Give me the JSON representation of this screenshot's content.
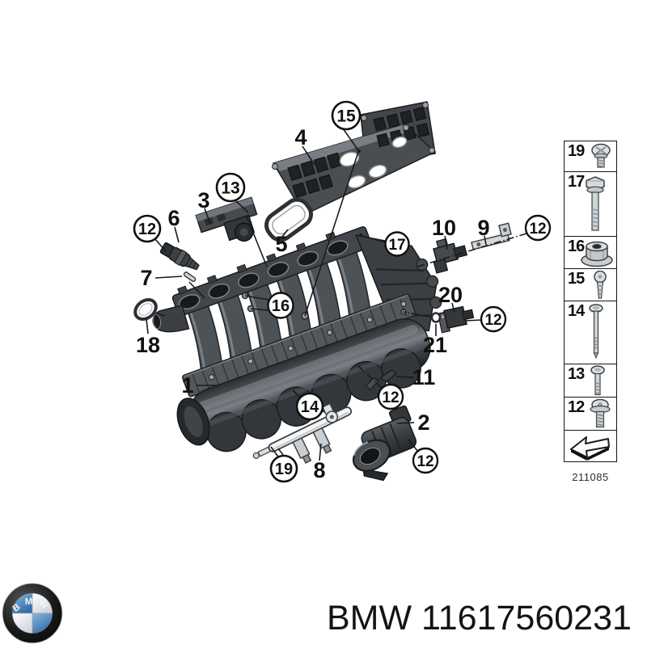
{
  "page": {
    "background_color": "#ffffff"
  },
  "diagram": {
    "plain_labels": [
      "4",
      "3",
      "6",
      "5",
      "7",
      "18",
      "1",
      "8",
      "10",
      "9",
      "20",
      "21",
      "11",
      "2"
    ],
    "callouts": [
      "15",
      "13",
      "12",
      "17",
      "12",
      "16",
      "12",
      "12",
      "14",
      "19",
      "12"
    ],
    "line_color": "#1a1a1a"
  },
  "legend": {
    "items": [
      {
        "label": "19",
        "icon": "pan-head-screw-icon"
      },
      {
        "label": "17",
        "icon": "hex-flange-bolt-icon"
      },
      {
        "label": "16",
        "icon": "flange-nut-icon"
      },
      {
        "label": "15",
        "icon": "self-tapping-screw-icon"
      },
      {
        "label": "14",
        "icon": "long-stretch-bolt-icon"
      },
      {
        "label": "13",
        "icon": "stud-bolt-icon"
      },
      {
        "label": "12",
        "icon": "collar-screw-icon"
      }
    ],
    "arrow_icon": "direction-arrow-icon",
    "drawing_number": "211085"
  },
  "footer": {
    "logo_text": "BMW",
    "part_label": "BMW 11617560231",
    "logo_blue": "#3e7fb5"
  }
}
